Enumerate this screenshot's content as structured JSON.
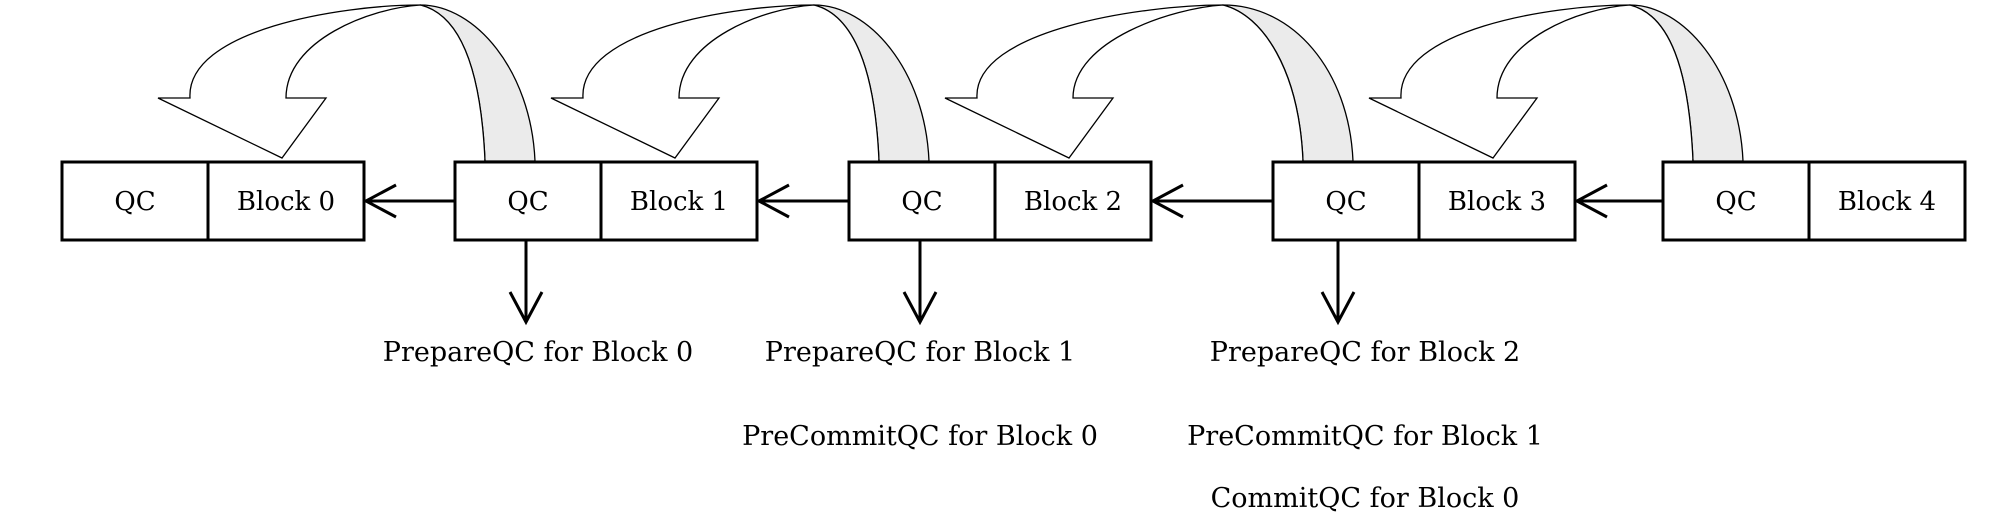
{
  "blocks": [
    {
      "qc": "QC",
      "label": "Block 0"
    },
    {
      "qc": "QC",
      "label": "Block 1"
    },
    {
      "qc": "QC",
      "label": "Block 2"
    },
    {
      "qc": "QC",
      "label": "Block 3"
    },
    {
      "qc": "QC",
      "label": "Block 4"
    }
  ],
  "captions": [
    {
      "lines": [
        "PrepareQC for Block 0"
      ]
    },
    {
      "lines": [
        "PrepareQC for Block 1",
        "PreCommitQC for Block 0"
      ]
    },
    {
      "lines": [
        "PrepareQC for Block 2",
        "PreCommitQC for Block 1",
        "CommitQC for Block 0"
      ]
    }
  ],
  "colors": {
    "stroke": "#000000",
    "arrow_shade": "#ebebeb",
    "arrow_white": "#ffffff"
  }
}
